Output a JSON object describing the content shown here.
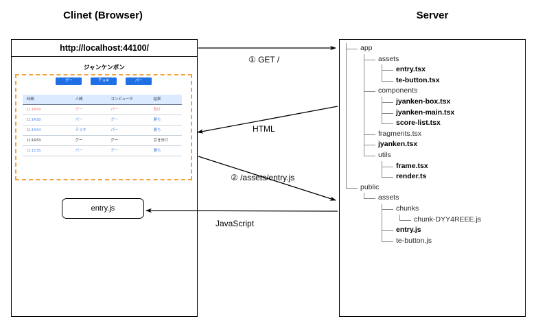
{
  "client": {
    "title": "Clinet (Browser)",
    "url": "http://localhost:44100/",
    "page_title": "ジャンケンポン",
    "buttons": [
      {
        "label": "グー"
      },
      {
        "label": "チョキ"
      },
      {
        "label": "パー"
      }
    ],
    "table": {
      "headers": [
        "時間",
        "人間",
        "コンピュータ",
        "結果"
      ],
      "rows": [
        {
          "time": "11:14:59",
          "human": "グー",
          "computer": "パー",
          "result": "負け",
          "state": "lose"
        },
        {
          "time": "11:14:58",
          "human": "パー",
          "computer": "グー",
          "result": "勝ち",
          "state": "win"
        },
        {
          "time": "11:14:54",
          "human": "チョキ",
          "computer": "パー",
          "result": "勝ち",
          "state": "win"
        },
        {
          "time": "11:14:53",
          "human": "グー",
          "computer": "グー",
          "result": "引き分け",
          "state": "draw"
        },
        {
          "time": "11:12:35",
          "human": "パー",
          "computer": "グー",
          "result": "勝ち",
          "state": "win"
        }
      ]
    },
    "entry_box": "entry.js"
  },
  "server": {
    "title": "Server",
    "tree": [
      {
        "label": "app",
        "depth": 0,
        "bold": false,
        "connector": "tee"
      },
      {
        "label": "assets",
        "depth": 1,
        "bold": false,
        "connector": "tee"
      },
      {
        "label": "entry.tsx",
        "depth": 2,
        "bold": true,
        "connector": "tee"
      },
      {
        "label": "te-button.tsx",
        "depth": 2,
        "bold": true,
        "connector": "elbow"
      },
      {
        "label": "components",
        "depth": 1,
        "bold": false,
        "connector": "tee"
      },
      {
        "label": "jyanken-box.tsx",
        "depth": 2,
        "bold": true,
        "connector": "tee"
      },
      {
        "label": "jyanken-main.tsx",
        "depth": 2,
        "bold": true,
        "connector": "tee"
      },
      {
        "label": "score-list.tsx",
        "depth": 2,
        "bold": true,
        "connector": "elbow"
      },
      {
        "label": "fragments.tsx",
        "depth": 1,
        "bold": false,
        "connector": "tee"
      },
      {
        "label": "jyanken.tsx",
        "depth": 1,
        "bold": true,
        "connector": "tee"
      },
      {
        "label": "utils",
        "depth": 1,
        "bold": false,
        "connector": "elbow"
      },
      {
        "label": "frame.tsx",
        "depth": 2,
        "bold": true,
        "connector": "tee"
      },
      {
        "label": "render.ts",
        "depth": 2,
        "bold": true,
        "connector": "elbow"
      },
      {
        "label": "public",
        "depth": 0,
        "bold": false,
        "connector": "elbow"
      },
      {
        "label": "assets",
        "depth": 1,
        "bold": false,
        "connector": "elbow"
      },
      {
        "label": "chunks",
        "depth": 2,
        "bold": false,
        "connector": "tee"
      },
      {
        "label": "chunk-DYY4REEE.js",
        "depth": 3,
        "bold": false,
        "connector": "elbow"
      },
      {
        "label": "entry.js",
        "depth": 2,
        "bold": true,
        "connector": "tee"
      },
      {
        "label": "te-button.js",
        "depth": 2,
        "bold": false,
        "connector": "elbow"
      }
    ]
  },
  "flows": {
    "get_request": "①  GET /",
    "html_response": "HTML",
    "js_request": "②  /assets/entry.js",
    "js_response": "JavaScript"
  },
  "colors": {
    "accent_blue": "#1f6fe5",
    "dashed_orange": "#f0a33c",
    "table_header_bg": "#dbeafe",
    "lose_red": "#e8706e",
    "win_blue": "#4d87e8"
  }
}
